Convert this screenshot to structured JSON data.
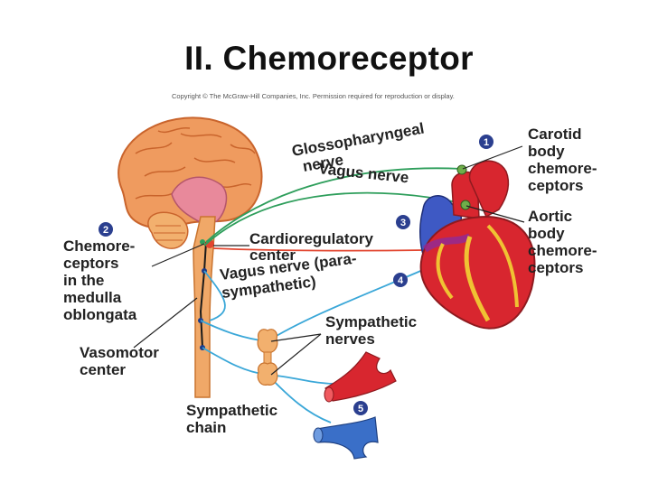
{
  "title": "II. Chemoreceptor",
  "copyright": "Copyright © The McGraw-Hill Companies, Inc. Permission required for reproduction or display.",
  "labels": {
    "glosso_1": "Glossopharyngeal",
    "glosso_2": "nerve",
    "vagus": "Vagus nerve",
    "carotid_1": "Carotid",
    "carotid_2": "body",
    "carotid_3": "chemore-",
    "carotid_4": "ceptors",
    "aortic_1": "Aortic",
    "aortic_2": "body",
    "aortic_3": "chemore-",
    "aortic_4": "ceptors",
    "chemo_1": "Chemore-",
    "chemo_2": "ceptors",
    "chemo_3": "in the",
    "chemo_4": "medulla",
    "chemo_5": "oblongata",
    "cardio_1": "Cardioregulatory",
    "cardio_2": "center",
    "vagus_para_1": "Vagus nerve (para-",
    "vagus_para_2": "sympathetic)",
    "vasomotor_1": "Vasomotor",
    "vasomotor_2": "center",
    "sympathetic_nerves_1": "Sympathetic",
    "sympathetic_nerves_2": "nerves",
    "sympathetic_chain_1": "Sympathetic",
    "sympathetic_chain_2": "chain"
  },
  "steps": {
    "s1": "1",
    "s2": "2",
    "s3": "3",
    "s4": "4",
    "s5": "5"
  },
  "colors": {
    "sensory_nerve": "#2e9e5b",
    "parasympathetic_nerve": "#e2452f",
    "sympathetic_nerve": "#3aa7d8",
    "brain": "#ee9a5e",
    "spinal_cord": "#f0a868",
    "heart": "#d8262f",
    "step_badge": "#2b3f8f"
  }
}
